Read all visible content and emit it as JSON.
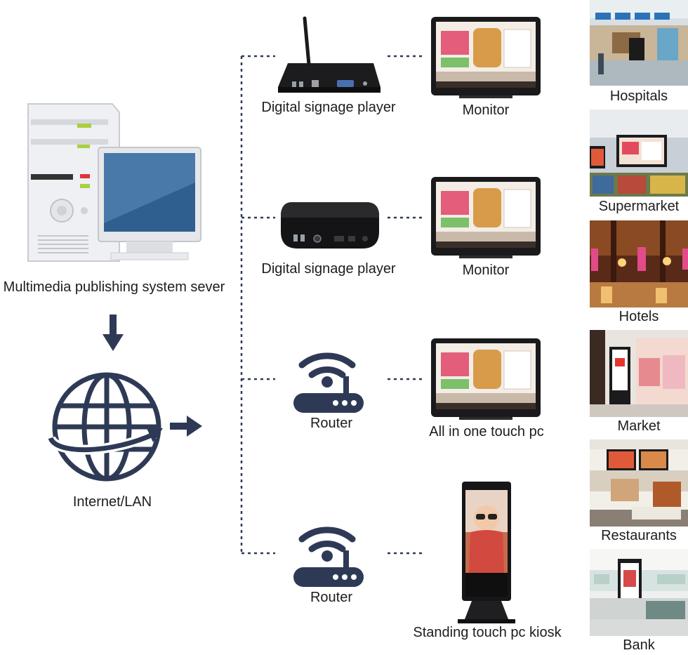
{
  "server": {
    "label": "Multimedia publishing system sever"
  },
  "network": {
    "label": "Internet/LAN"
  },
  "rows": [
    {
      "device": "Digital signage player",
      "display": "Monitor"
    },
    {
      "device": "Digital signage player",
      "display": "Monitor"
    },
    {
      "device": "Router",
      "display": "All in one touch pc"
    },
    {
      "device": "Router",
      "display": "Standing touch pc kiosk"
    }
  ],
  "venues": [
    "Hospitals",
    "Supermarket",
    "Hotels",
    "Market",
    "Restaurants",
    "Bank"
  ],
  "colors": {
    "icon": "#2e3a55",
    "connector": "#2e3a55",
    "screen_blue": "#2f5f8f",
    "text": "#1d1d1d"
  }
}
